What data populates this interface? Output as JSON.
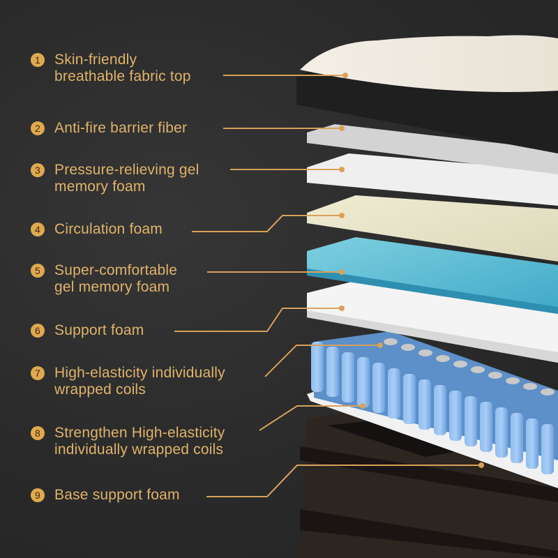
{
  "accent_color": "#e0a94e",
  "text_color": "#e0b36a",
  "background_color": "#2b2b2b",
  "layers": [
    {
      "number": "1",
      "line1": "Skin-friendly",
      "line2": "breathable fabric top"
    },
    {
      "number": "2",
      "line1": "Anti-fire barrier fiber",
      "line2": ""
    },
    {
      "number": "3",
      "line1": "Pressure-relieving gel",
      "line2": "memory foam"
    },
    {
      "number": "4",
      "line1": "Circulation foam",
      "line2": ""
    },
    {
      "number": "5",
      "line1": "Super-comfortable",
      "line2": "gel memory foam"
    },
    {
      "number": "6",
      "line1": "Support foam",
      "line2": ""
    },
    {
      "number": "7",
      "line1": "High-elasticity individually",
      "line2": "wrapped coils"
    },
    {
      "number": "8",
      "line1": "Strengthen High-elasticity",
      "line2": "individually wrapped coils"
    },
    {
      "number": "9",
      "line1": "Base support foam",
      "line2": ""
    }
  ]
}
